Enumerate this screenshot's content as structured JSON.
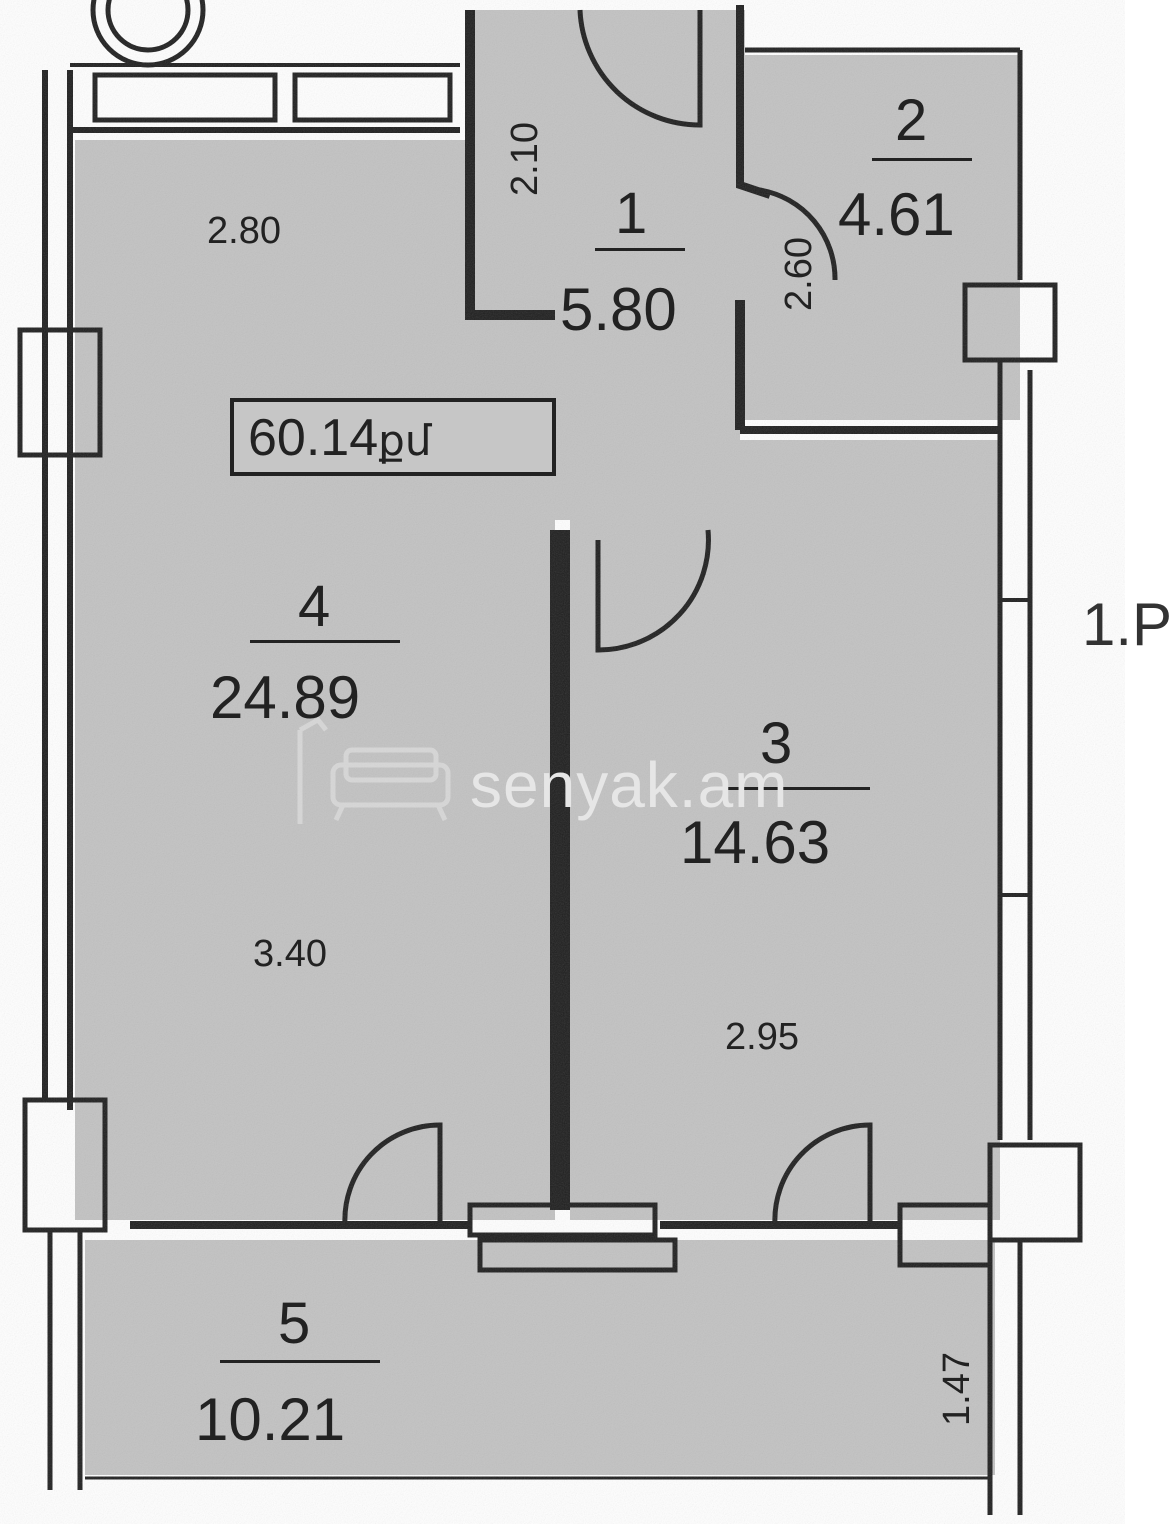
{
  "plan": {
    "total_area": "60.14",
    "total_unit": "քմ",
    "rooms": [
      {
        "id": "1",
        "area": "5.80",
        "dim": "2.10"
      },
      {
        "id": "2",
        "area": "4.61",
        "dim": "2.60"
      },
      {
        "id": "3",
        "area": "14.63",
        "dim": "2.95"
      },
      {
        "id": "4",
        "area": "24.89",
        "dim_top": "2.80",
        "dim_bottom": "3.40"
      },
      {
        "id": "5",
        "area": "10.21",
        "dim": "1.47"
      }
    ],
    "side_fragment": "1.P"
  },
  "watermark": {
    "text": "senyak.am"
  },
  "colors": {
    "floor": "#c2c2c2",
    "wall": "#1e1e1e",
    "paper": "#ffffff"
  }
}
